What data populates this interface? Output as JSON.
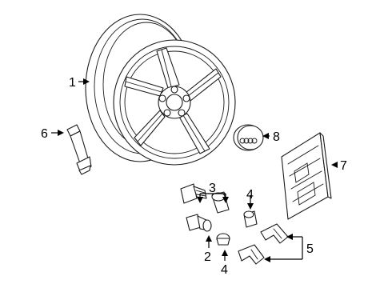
{
  "callouts": {
    "wheel": "1",
    "bolt_lock": "2",
    "lock_bolt_set": "3",
    "nut_cap_top": "4",
    "nut_cap_bottom": "4",
    "tpms_clip": "5",
    "valve_stem": "6",
    "tool_set": "7",
    "center_cap": "8"
  }
}
